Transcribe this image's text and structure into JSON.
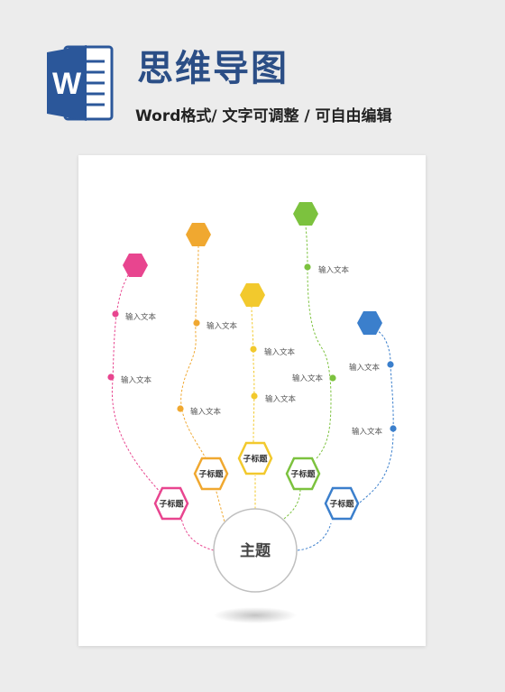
{
  "header": {
    "logo_letter": "W",
    "title": "思维导图",
    "subtitle": "Word格式/ 文字可调整 / 可自由编辑"
  },
  "mindmap": {
    "center_label": "主题",
    "branches": [
      {
        "color": "#e8458f",
        "subtopic": "子标题",
        "leaves": [
          "输入文本",
          "输入文本"
        ]
      },
      {
        "color": "#f0a830",
        "subtopic": "子标题",
        "leaves": [
          "输入文本",
          "输入文本"
        ]
      },
      {
        "color": "#f2c92d",
        "subtopic": "子标题",
        "leaves": [
          "输入文本",
          "输入文本"
        ]
      },
      {
        "color": "#7cc23e",
        "subtopic": "子标题",
        "leaves": [
          "输入文本",
          "输入文本"
        ]
      },
      {
        "color": "#3b7fcc",
        "subtopic": "子标题",
        "leaves": [
          "输入文本",
          "输入文本"
        ]
      }
    ]
  }
}
